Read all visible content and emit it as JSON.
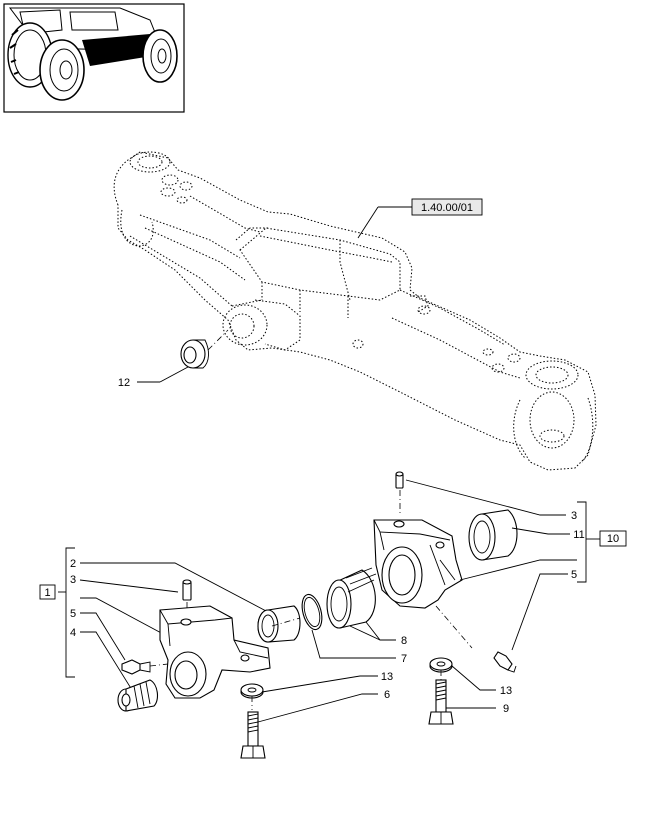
{
  "reference_box": {
    "text": "1.40.00/01"
  },
  "callouts": {
    "c12": "12",
    "c1": "1",
    "c2": "2",
    "c3a": "3",
    "c5a": "5",
    "c4": "4",
    "c3b": "3",
    "c11": "11",
    "c10": "10",
    "c5b": "5",
    "c8": "8",
    "c7": "7",
    "c13a": "13",
    "c6": "6",
    "c13b": "13",
    "c9": "9"
  }
}
